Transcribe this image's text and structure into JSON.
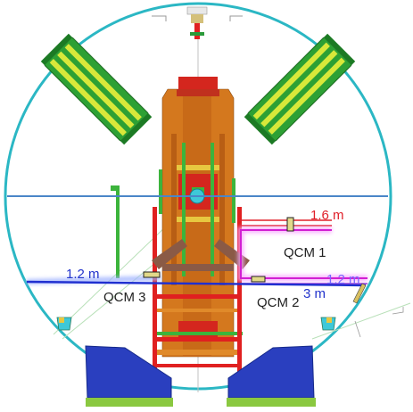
{
  "labels": {
    "dist_1_6": "1.6 m",
    "dist_1_2_left": "1.2 m",
    "dist_1_2_right": "1.2 m",
    "dist_3": "3 m",
    "qcm1": "QCM 1",
    "qcm2": "QCM 2",
    "qcm3": "QCM 3"
  },
  "colors": {
    "vessel": "#2bb7c4",
    "horizontal_axis": "#4a86c8",
    "red_line": "#e0202a",
    "magenta_line": "#d21fd2",
    "blue_line": "#1f2fd0",
    "label_blue": "#2233cc",
    "label_red": "#e0202a",
    "glow_red": "#ff9a9a",
    "glow_magenta": "#f7a6ff",
    "glow_blue": "#9fb2ff"
  }
}
